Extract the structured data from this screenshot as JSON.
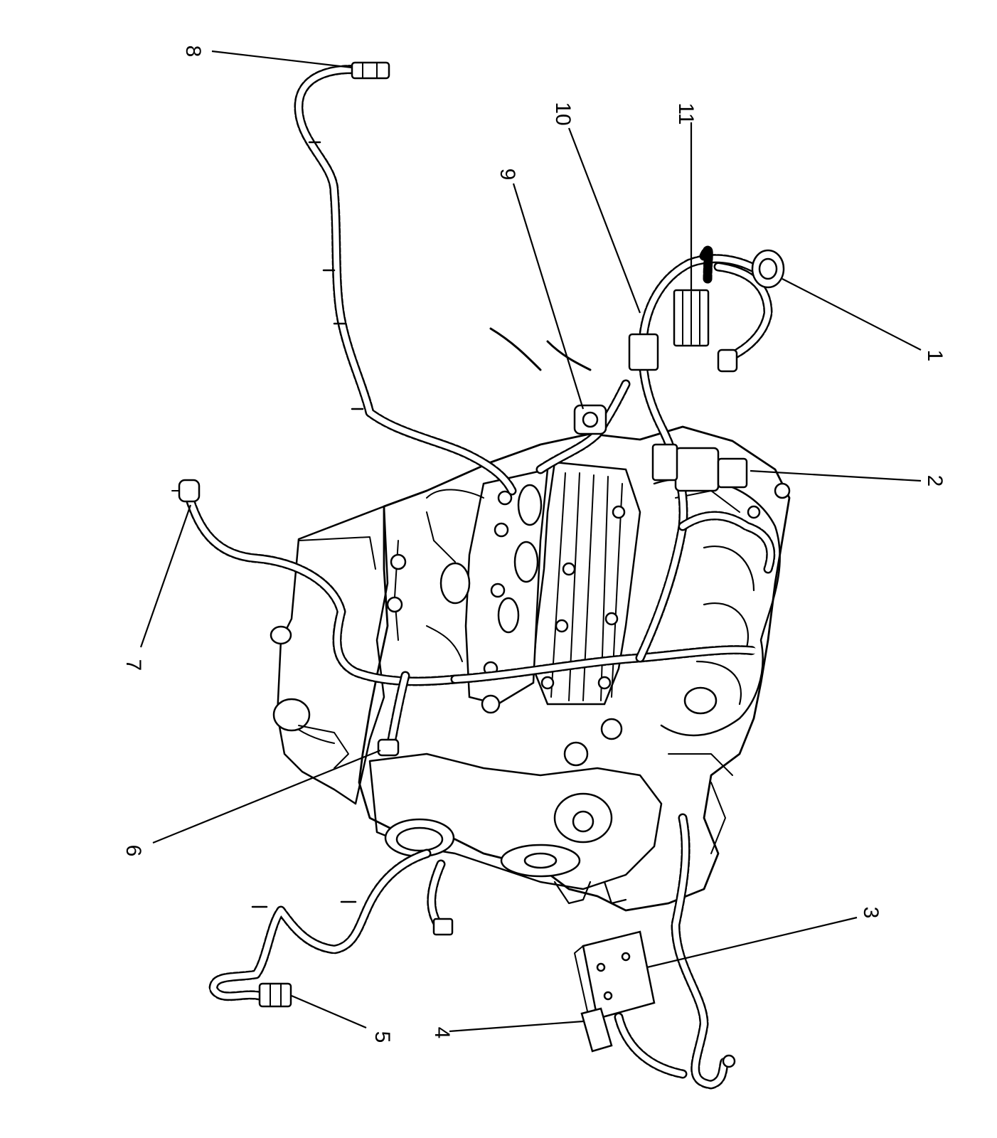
{
  "diagram": {
    "callouts": [
      {
        "id": "c1",
        "text": "1"
      },
      {
        "id": "c2",
        "text": "2"
      },
      {
        "id": "c3",
        "text": "3"
      },
      {
        "id": "c4",
        "text": "4"
      },
      {
        "id": "c5",
        "text": "5"
      },
      {
        "id": "c6",
        "text": "6"
      },
      {
        "id": "c7",
        "text": "7"
      },
      {
        "id": "c8",
        "text": "8"
      },
      {
        "id": "c9",
        "text": "9"
      },
      {
        "id": "c10",
        "text": "10"
      },
      {
        "id": "c11",
        "text": "11"
      }
    ],
    "colors": {
      "ink": "#000000",
      "paper": "#ffffff"
    }
  }
}
